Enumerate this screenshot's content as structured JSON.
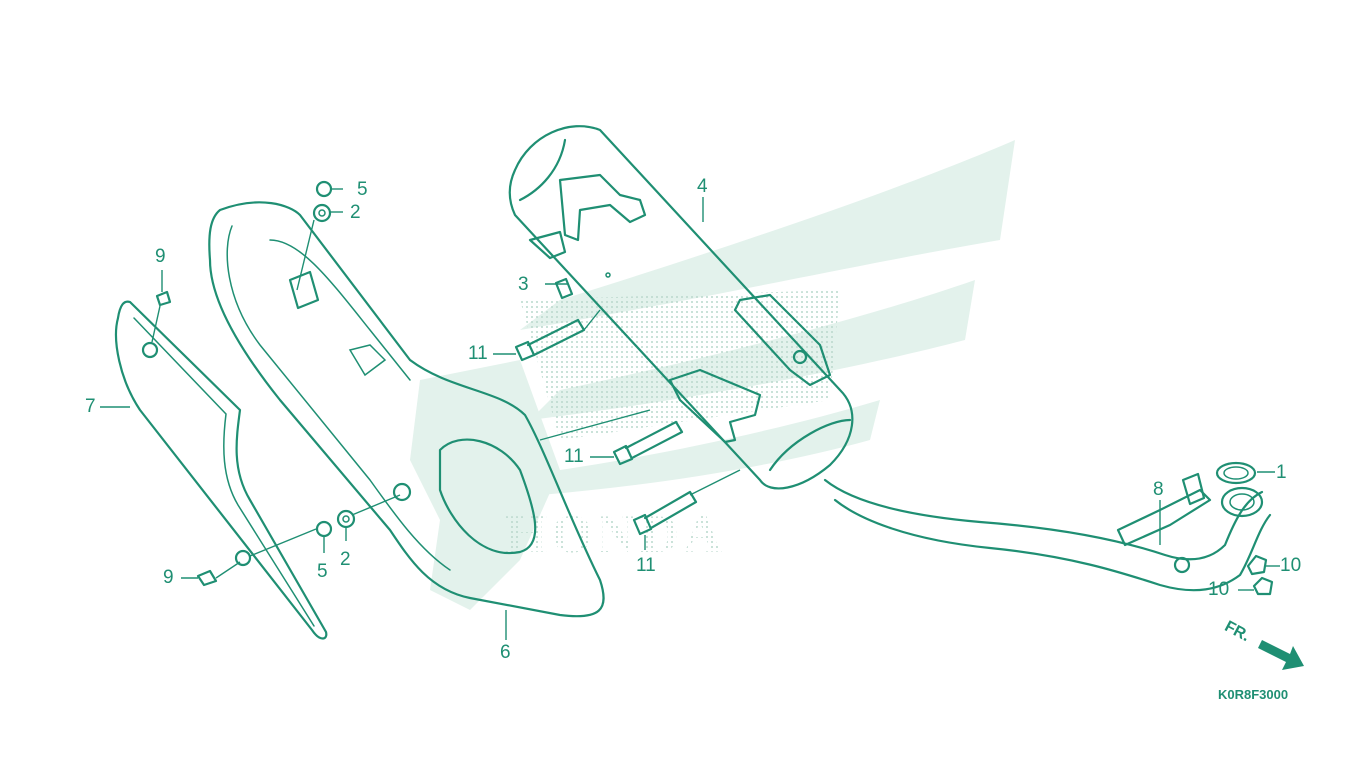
{
  "diagram": {
    "part_code": "K0R8F3000",
    "direction_label": "FR.",
    "watermark_text": "HONDA",
    "callouts": [
      {
        "id": "c1",
        "text": "1"
      },
      {
        "id": "c2a",
        "text": "2"
      },
      {
        "id": "c2b",
        "text": "2"
      },
      {
        "id": "c3",
        "text": "3"
      },
      {
        "id": "c4",
        "text": "4"
      },
      {
        "id": "c5a",
        "text": "5"
      },
      {
        "id": "c5b",
        "text": "5"
      },
      {
        "id": "c6",
        "text": "6"
      },
      {
        "id": "c7",
        "text": "7"
      },
      {
        "id": "c8",
        "text": "8"
      },
      {
        "id": "c9a",
        "text": "9"
      },
      {
        "id": "c9b",
        "text": "9"
      },
      {
        "id": "c10a",
        "text": "10"
      },
      {
        "id": "c10b",
        "text": "10"
      },
      {
        "id": "c11a",
        "text": "11"
      },
      {
        "id": "c11b",
        "text": "11"
      },
      {
        "id": "c11c",
        "text": "11"
      }
    ]
  },
  "colors": {
    "ink": "#1f8f73",
    "watermark": "#e3f2ec",
    "dots": "#b9d8cd"
  }
}
